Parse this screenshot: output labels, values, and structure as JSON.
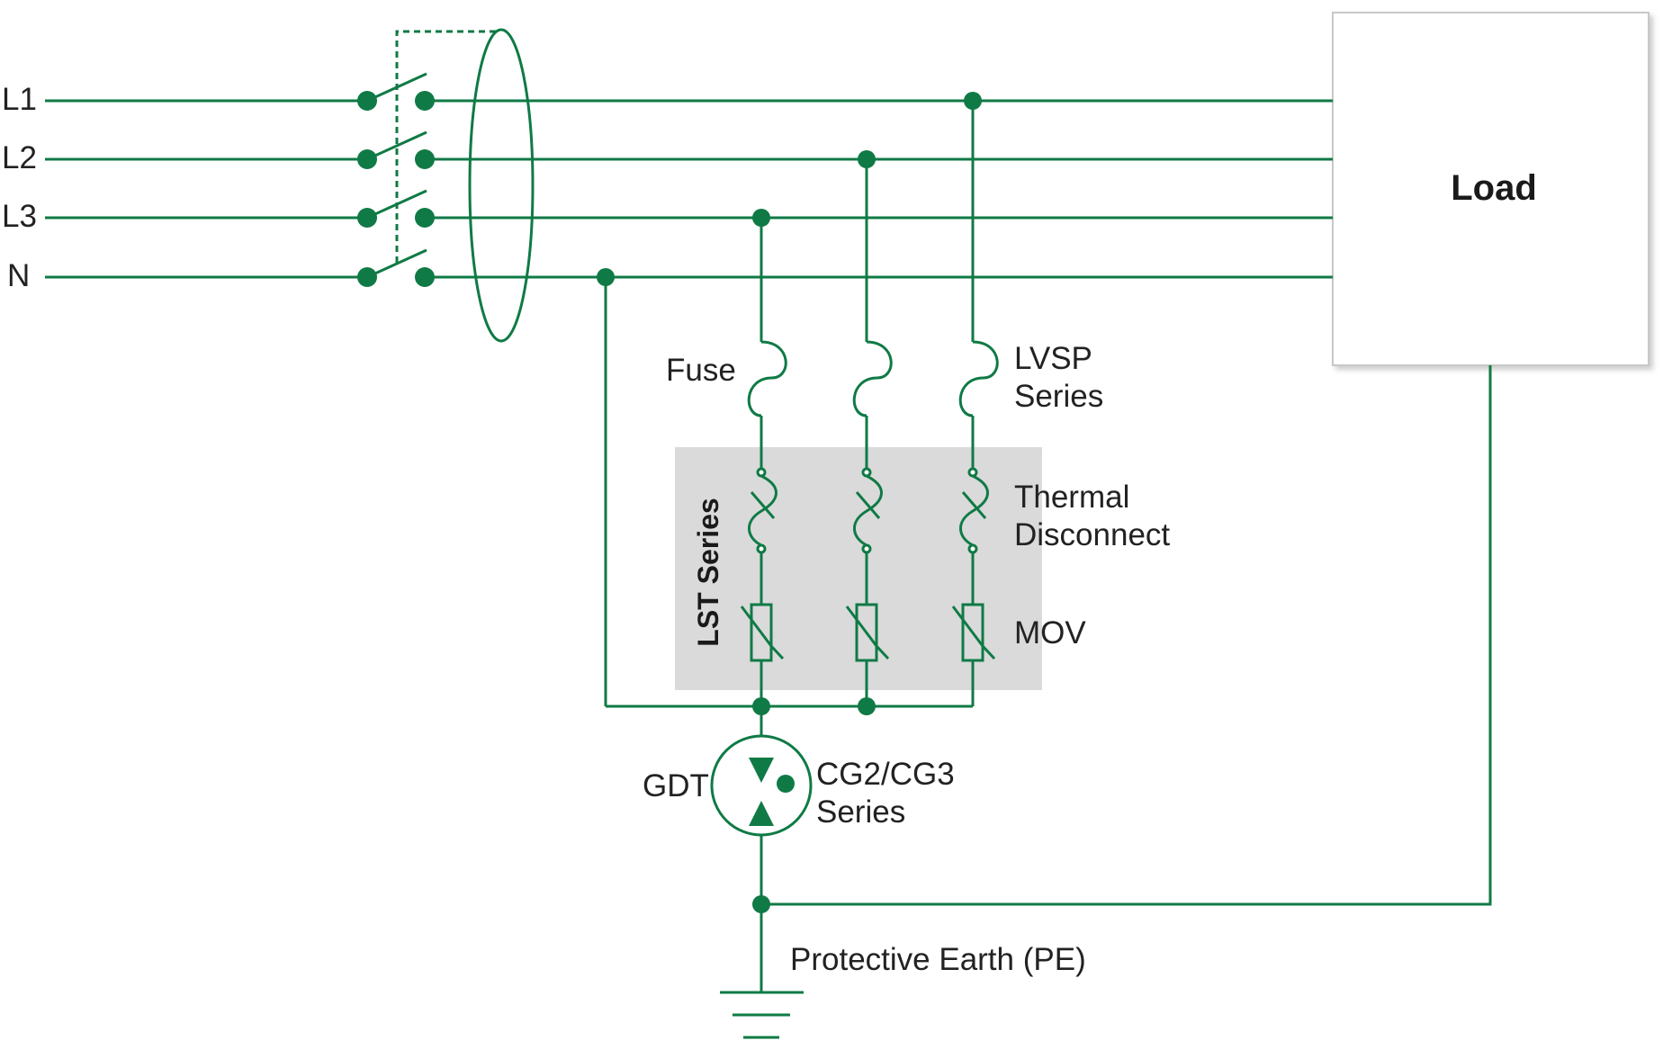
{
  "colors": {
    "wire": "#0f7a45",
    "panel": "#dadada",
    "text": "#222222",
    "load_border": "#cccccc"
  },
  "lines": {
    "l1": "L1",
    "l2": "L2",
    "l3": "L3",
    "n": "N"
  },
  "load": {
    "label": "Load"
  },
  "labels": {
    "fuse": "Fuse",
    "lvsp_line1": "LVSP",
    "lvsp_line2": "Series",
    "thermal_line1": "Thermal",
    "thermal_line2": "Disconnect",
    "mov": "MOV",
    "lst_series": "LST Series",
    "gdt": "GDT",
    "cg_line1": "CG2/CG3",
    "cg_line2": "Series",
    "pe": "Protective Earth (PE)"
  }
}
